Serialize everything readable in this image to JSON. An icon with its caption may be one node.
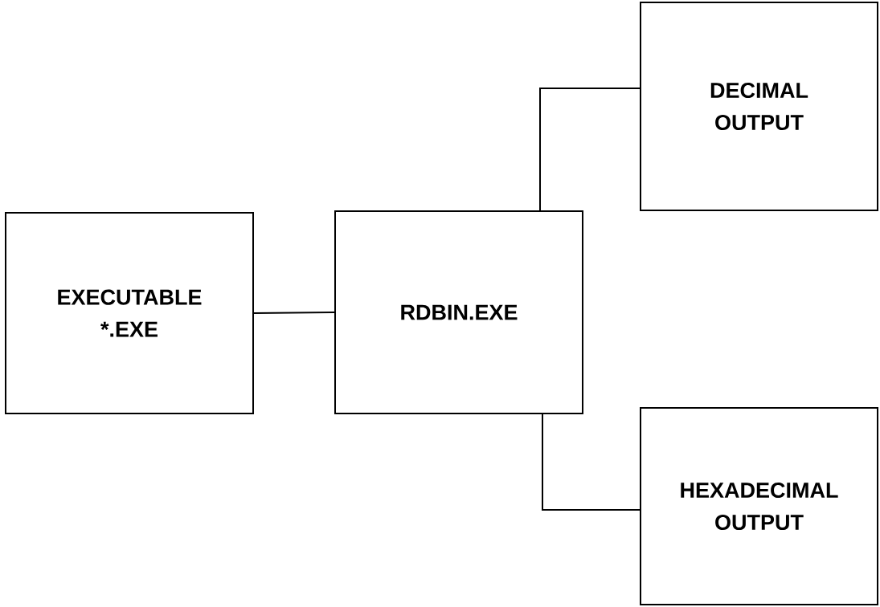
{
  "diagram": {
    "nodes": [
      {
        "text": [
          "EXECUTABLE *.EXE"
        ]
      },
      {
        "text": [
          "RDBIN.EXE"
        ]
      },
      {
        "text": [
          "DECIMAL OUTPUT"
        ]
      },
      {
        "text": [
          "HEXADECIMAL OUTPUT"
        ]
      }
    ],
    "edges": [
      {
        "from": 0,
        "to": 1,
        "arrow": "none"
      },
      {
        "from": 1,
        "to": 2,
        "arrow": "none"
      },
      {
        "from": 1,
        "to": 3,
        "arrow": "none"
      }
    ]
  }
}
